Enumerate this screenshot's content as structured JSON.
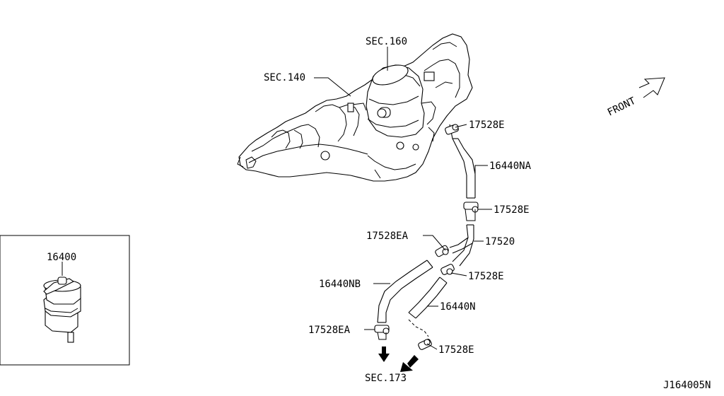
{
  "labels": {
    "sec160": "SEC.160",
    "sec140": "SEC.140",
    "front": "FRONT",
    "p17528e_1": "17528E",
    "p16440na": "16440NA",
    "p17528e_2": "17528E",
    "p17528ea_1": "17528EA",
    "p17520": "17520",
    "p17528e_3": "17528E",
    "p16440nb": "16440NB",
    "p16440n": "16440N",
    "p17528ea_2": "17528EA",
    "p17528e_4": "17528E",
    "sec173": "SEC.173",
    "p16400": "16400",
    "diagram_id": "J164005N"
  },
  "colors": {
    "ink": "#000000",
    "paper": "#ffffff"
  }
}
